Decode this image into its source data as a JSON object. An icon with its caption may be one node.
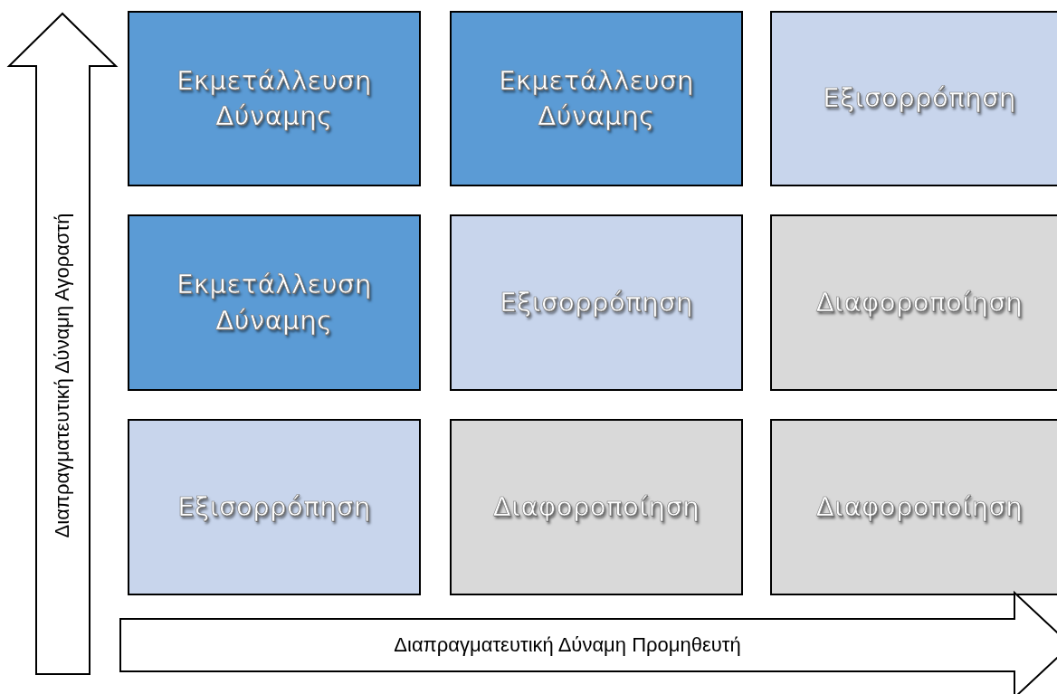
{
  "diagram": {
    "nodes": [
      {
        "text": [
          "Εκμετάλλευση Δύναμης"
        ]
      },
      {
        "text": [
          "Εκμετάλλευση Δύναμης"
        ]
      },
      {
        "text": [
          "Εξισορρόπηση"
        ]
      },
      {
        "text": [
          "Εκμετάλλευση Δύναμης"
        ]
      },
      {
        "text": [
          "Εξισορρόπηση"
        ]
      },
      {
        "text": [
          "Διαφοροποίηση"
        ]
      },
      {
        "text": [
          "Εξισορρόπηση"
        ]
      },
      {
        "text": [
          "Διαφοροποίηση"
        ]
      },
      {
        "text": [
          "Διαφοροποίηση"
        ]
      },
      {
        "text": [
          "Διαπραγματευτική Δύναμη Αγοραστή"
        ]
      },
      {
        "text": [
          "Διαπραγματευτική Δύναμη Προμηθευτή"
        ]
      }
    ],
    "edges": []
  }
}
